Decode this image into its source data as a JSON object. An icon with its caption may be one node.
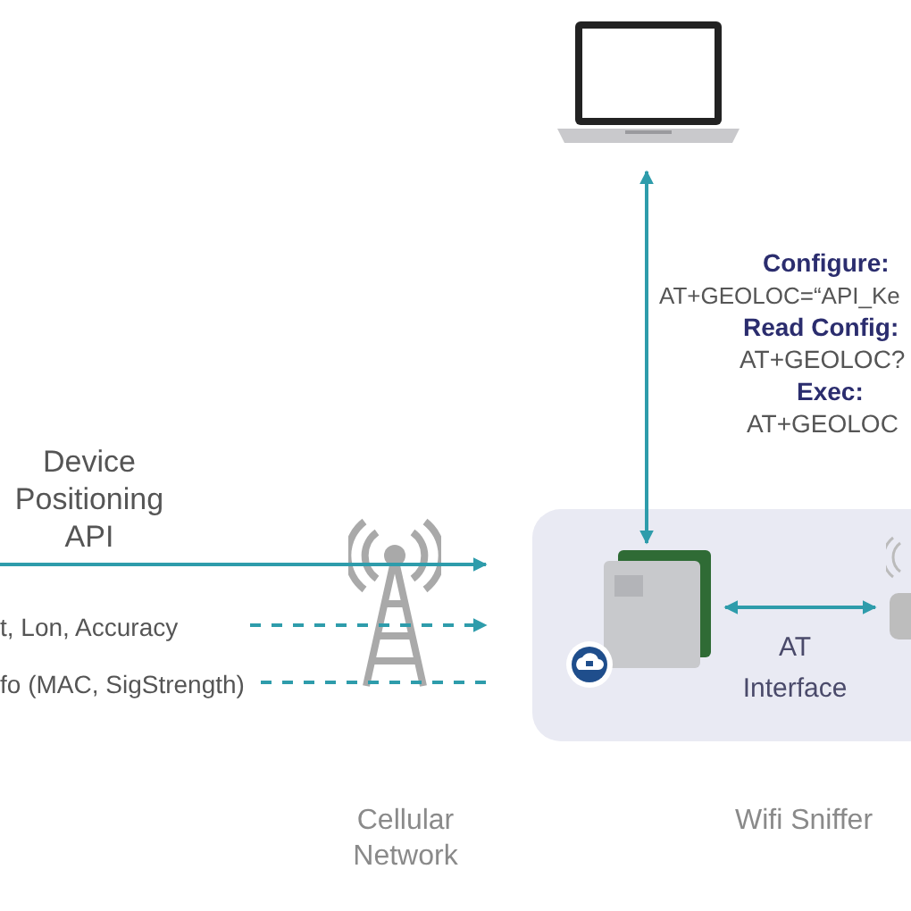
{
  "diagram": {
    "nodes": [
      {
        "text": [],
        "shape": "picture"
      },
      {
        "text": [],
        "shape": "box"
      },
      {
        "text": [],
        "shape": "picture",
        "in": 1
      },
      {
        "text": [],
        "shape": "picture",
        "in": 1
      },
      {
        "text": [],
        "shape": "picture"
      }
    ],
    "edges": [
      {
        "from": 2,
        "to": 0,
        "arrow": "both"
      },
      {
        "from": 2,
        "to": 3,
        "arrow": "both",
        "label": "AT Interface"
      },
      {
        "from": null,
        "to": 1,
        "arrow": "to",
        "label": "Device Positioning API"
      },
      {
        "from": null,
        "to": 1,
        "arrow": "to",
        "style": "dashed",
        "label": "t, Lon, Accuracy"
      },
      {
        "from": null,
        "to": 1,
        "arrow": "none",
        "style": "dashed",
        "label": "fo (MAC, SigStrength)"
      }
    ],
    "labels": [
      "**Configure**:",
      "AT+GEOLOC=“API_Ke",
      "Read Config:",
      "AT+GEOLOC?",
      "Exec:",
      "AT+GEOLOC",
      "Cellular Network",
      "Wifi Sniffer"
    ]
  }
}
